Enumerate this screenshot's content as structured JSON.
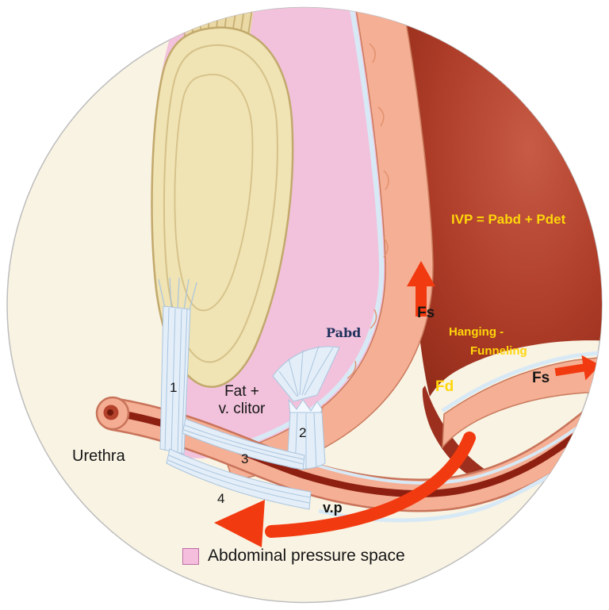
{
  "figure": {
    "type": "medical-anatomy-diagram",
    "labels": {
      "ivp": "IVP = Pabd + Pdet",
      "fs_top": "Fs",
      "fs_side": "Fs",
      "fd": "Fd",
      "pabd": "Pabd",
      "hanging1": "Hanging -",
      "hanging2": "Funneling",
      "n1": "1",
      "n2": "2",
      "n3": "3",
      "n4": "4",
      "fat1": "Fat +",
      "fat2": "v. clitor",
      "urethra": "Urethra",
      "vp": "v.p"
    },
    "legend": {
      "label": "Abdominal pressure space",
      "swatch_color": "#f5bedd"
    },
    "colors": {
      "canvas": "#ffffff",
      "circle_bg": "#f9f3e3",
      "abdominal_pink": "#f2c2dc",
      "bladder_red_light": "#c75b45",
      "bladder_red_dark": "#8f2a18",
      "wall_salmon": "#f5af94",
      "wall_outline": "#c97a5c",
      "bone_fill": "#f0e3b4",
      "bone_outline": "#c2a96c",
      "fascia_blue_fill": "#e4eef8",
      "fascia_blue_line": "#9fbeda",
      "lumen_red": "#8e2012",
      "arrow_red": "#f23a10",
      "text_yellow": "#ffd60a",
      "text_navy": "#21325e",
      "text_black": "#151515"
    }
  }
}
